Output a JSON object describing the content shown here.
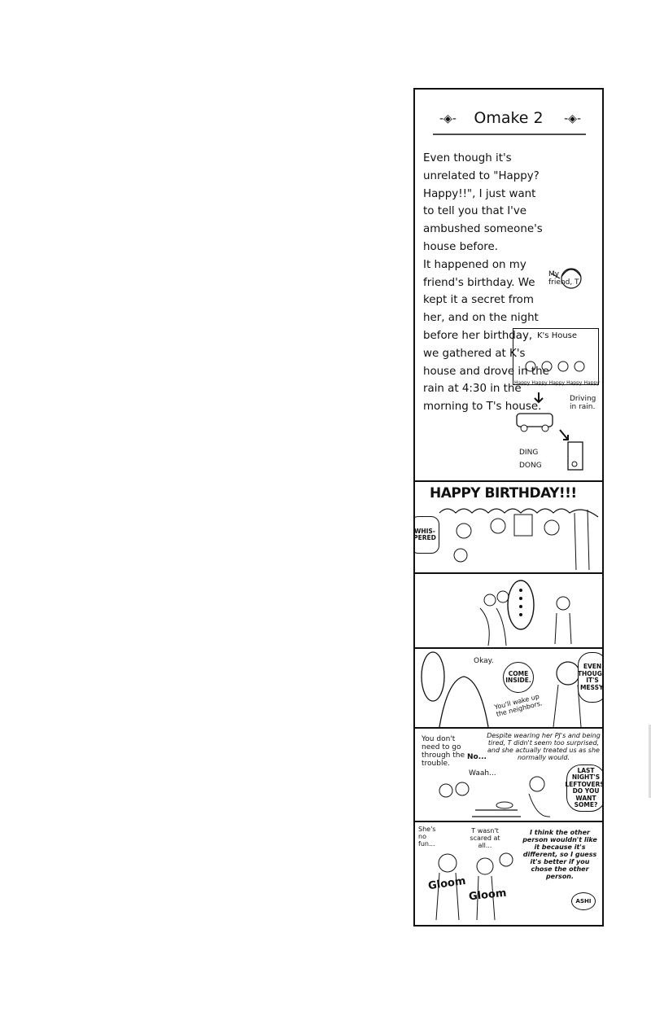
{
  "omake": {
    "title": "Omake 2",
    "story": "Even though it's unrelated to \"Happy? Happy!!\", I just want to tell you that I've ambushed someone's house before.\nIt happened on my friend's birthday. We kept it a secret from her, and on the night before her birthday, we gathered at K's house and drove in the rain at 4:30 in the morning to T's house.",
    "my_friend_label": "My friend, T.",
    "house_label": "K's House",
    "happy_labels": [
      "Happy",
      "Happy",
      "Happy",
      "Happy",
      "Happy"
    ],
    "driving_label": "Driving in rain.",
    "doorbell": "DING DONG"
  },
  "panel2": {
    "banner": "HAPPY BIRTHDAY!!!",
    "whispered": "WHIS-PERED"
  },
  "panel4": {
    "okay": "Okay.",
    "come_inside": "COME INSIDE.",
    "even_though": "EVEN THOUGH IT'S MESSY,",
    "wake_up": "You'll wake up the neighbors."
  },
  "panel5": {
    "no_trouble": "You don't need to go through the trouble.",
    "no": "No...",
    "waah": "Waah...",
    "narration": "Despite wearing her PJ's and being tired, T didn't seem too surprised, and she actually treated us as she normally would.",
    "leftovers": "LAST NIGHT'S LEFTOVERS. DO YOU WANT SOME?"
  },
  "panel6": {
    "shes_no_fun": "She's no fun...",
    "t_wasnt_scared": "T wasn't scared at all...",
    "gloom_left": "Gloom",
    "gloom_right": "Gloom",
    "comment": "I think the other person wouldn't like it because it's different, so I guess it's better if you chose the other person.",
    "signature": "ASHI"
  }
}
